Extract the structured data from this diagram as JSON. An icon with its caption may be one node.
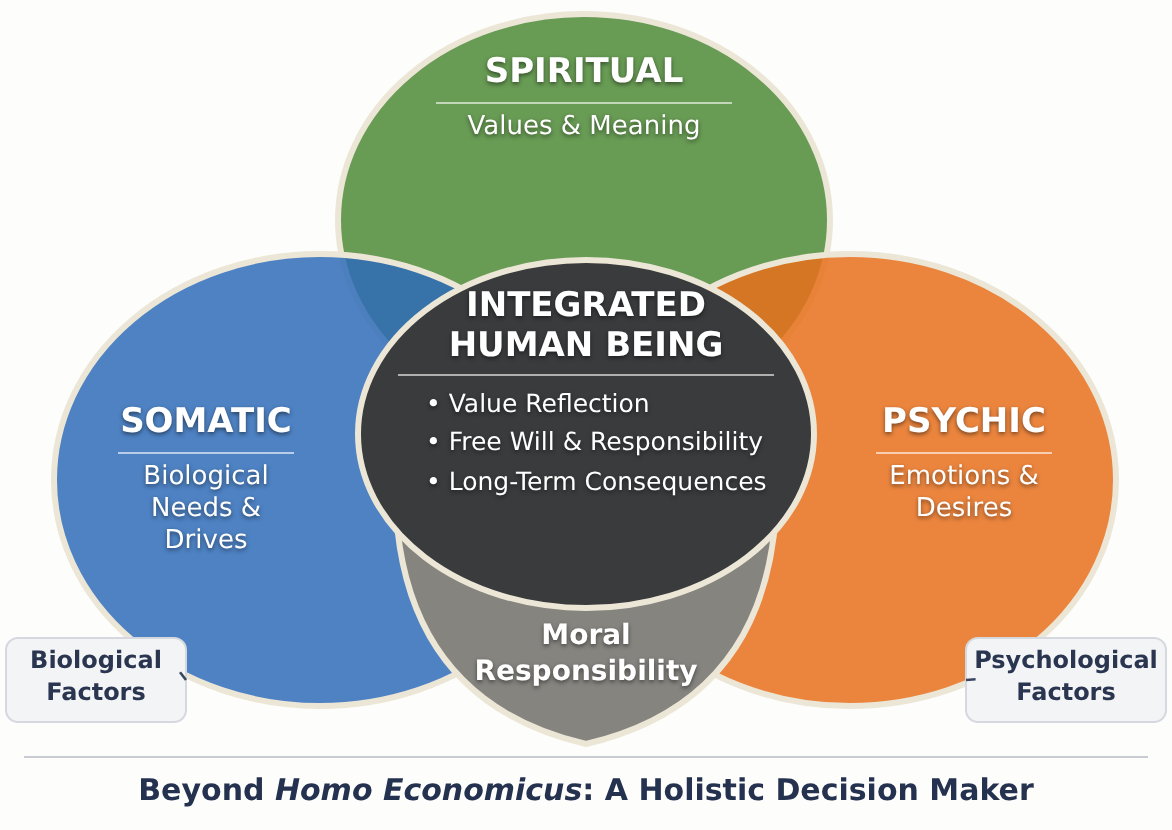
{
  "diagram": {
    "caption": "Beyond *Homo Economicus*: A Holistic Decision Maker",
    "nodes": [
      {
        "text": [
          "SPIRITUAL",
          "Values & Meaning"
        ]
      },
      {
        "text": [
          "SOMATIC",
          "Biological Needs & Drives"
        ]
      },
      {
        "text": [
          "PSYCHIC",
          "Emotions & Desires"
        ]
      },
      {
        "text": [
          "INTEGRATED HUMAN BEING",
          "• Value Reflection",
          "• Free Will & Responsibility",
          "• Long-Term Consequences"
        ]
      },
      {
        "text": [
          "Moral Responsibility"
        ]
      },
      {
        "text": [
          "Biological Factors"
        ]
      },
      {
        "text": [
          "Psychological Factors"
        ]
      }
    ],
    "edges": [
      {
        "from": 5,
        "to": 1,
        "arrow": "none"
      },
      {
        "from": 6,
        "to": 2,
        "arrow": "none"
      }
    ]
  }
}
